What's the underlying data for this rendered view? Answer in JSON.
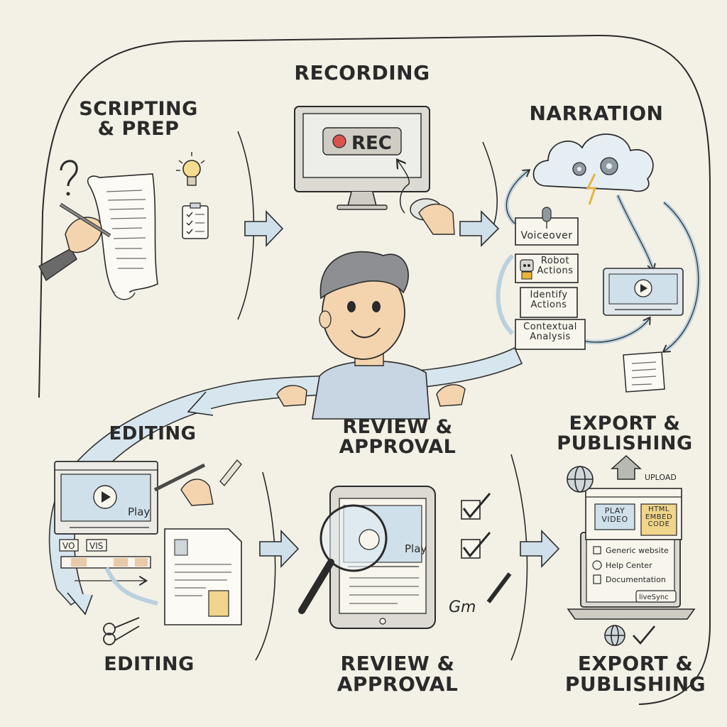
{
  "stages": {
    "recording": "RECORDING",
    "scripting": "SCRIPTING\n& PREP",
    "narration": "NARRATION",
    "editing_top": "EDITING",
    "review_top": "REVIEW &\nAPPROVAL",
    "export_top": "EXPORT &\nPUBLISHING",
    "editing_bottom": "EDITING",
    "review_bottom": "REVIEW &\nAPPROVAL",
    "export_bottom": "EXPORT &\nPUBLISHING"
  },
  "recording": {
    "rec_label": "REC"
  },
  "narration": {
    "voiceover": "Voiceover",
    "robot_actions": "Robot\nActions",
    "identify_actions": "Identify\nActions",
    "contextual_analysis": "Contextual\nAnalysis"
  },
  "editing": {
    "play": "Play",
    "track_vo": "VO",
    "track_vis": "VIS"
  },
  "review": {
    "play": "Play",
    "signature": "Gm"
  },
  "export": {
    "upload": "UPLOAD",
    "play_video": "PLAY\nVIDEO",
    "html_embed": "HTML\nEMBED\nCODE",
    "targets": [
      "Generic website",
      "Help Center",
      "Documentation"
    ],
    "livesync": "liveSync"
  }
}
